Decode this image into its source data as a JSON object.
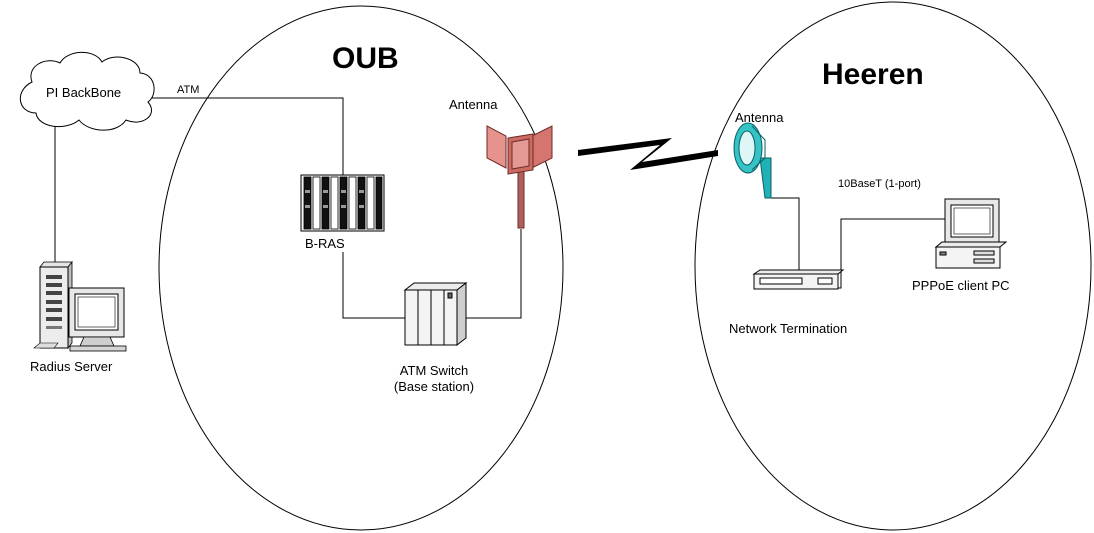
{
  "sites": {
    "left_title": "OUB",
    "right_title": "Heeren"
  },
  "network": {
    "backbone_label": "PI BackBone",
    "atm_link_label": "ATM",
    "radius_server_label": "Radius Server",
    "bras_label": "B-RAS",
    "antenna_left_label": "Antenna",
    "atm_switch_label_line1": "ATM Switch",
    "atm_switch_label_line2": "(Base station)",
    "antenna_right_label": "Antenna",
    "ethernet_link_label": "10BaseT (1-port)",
    "network_termination_label": "Network Termination",
    "client_pc_label": "PPPoE client PC"
  },
  "icons": {
    "cloud": "cloud-icon",
    "server": "server-tower-icon",
    "router": "rack-router-icon",
    "sector_antenna": "sector-antenna-icon",
    "switch": "atm-switch-cabinet-icon",
    "dish_antenna": "dish-antenna-icon",
    "modem": "network-termination-icon",
    "pc": "desktop-pc-icon",
    "wireless": "lightning-link-icon"
  },
  "colors": {
    "line": "#000000",
    "antenna_red": "#d9736e",
    "antenna_cyan": "#1fb1b5"
  }
}
